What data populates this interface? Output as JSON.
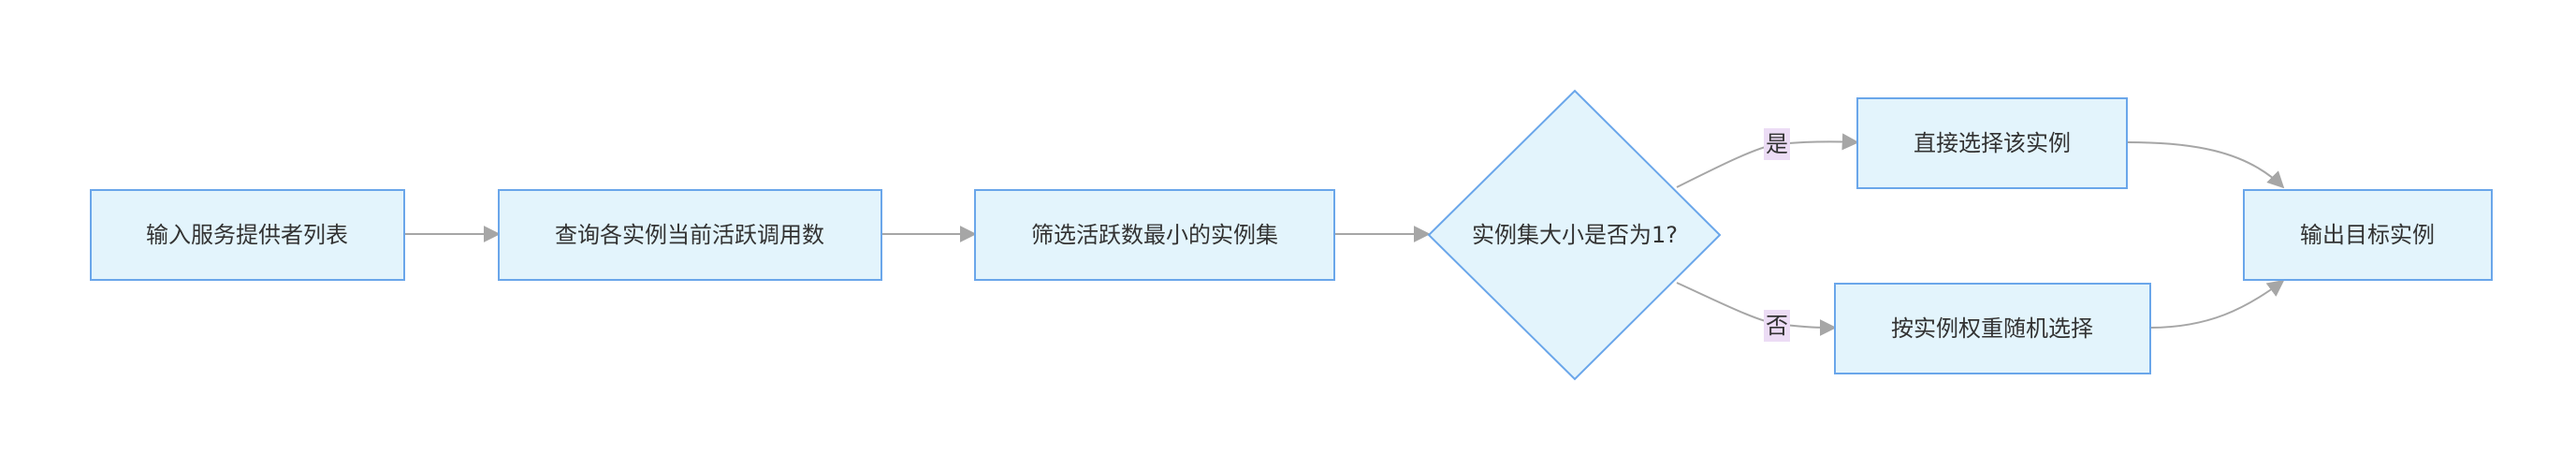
{
  "nodes": {
    "input": "输入服务提供者列表",
    "query": "查询各实例当前活跃调用数",
    "filter": "筛选活跃数最小的实例集",
    "decision": "实例集大小是否为1?",
    "direct": "直接选择该实例",
    "weighted": "按实例权重随机选择",
    "output": "输出目标实例"
  },
  "edges": {
    "yes_label": "是",
    "no_label": "否"
  }
}
